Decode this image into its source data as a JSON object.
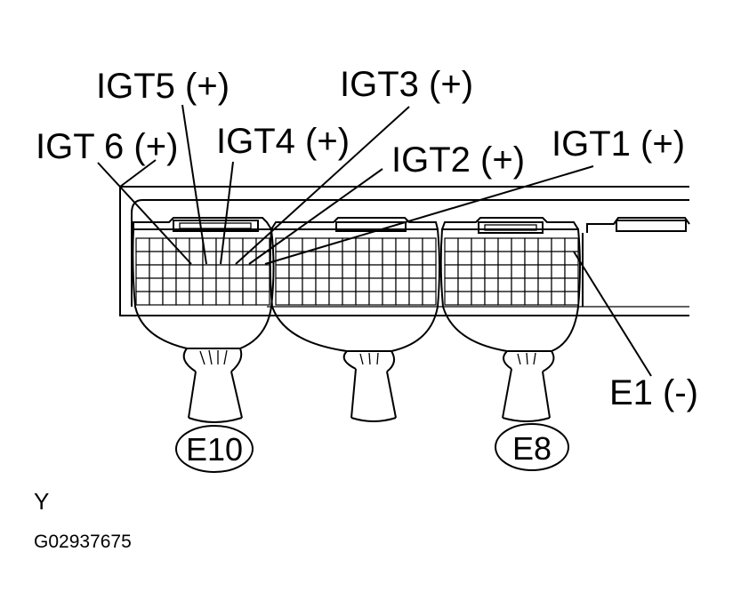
{
  "labels": {
    "igt6": "IGT 6 (+)",
    "igt5": "IGT5 (+)",
    "igt4": "IGT4 (+)",
    "igt3": "IGT3 (+)",
    "igt2": "IGT2 (+)",
    "igt1": "IGT1 (+)",
    "e1": "E1  (-)"
  },
  "connectors": {
    "e10": "E10",
    "e8": "E8"
  },
  "corner_letter": "Y",
  "figure_code": "G02937675"
}
